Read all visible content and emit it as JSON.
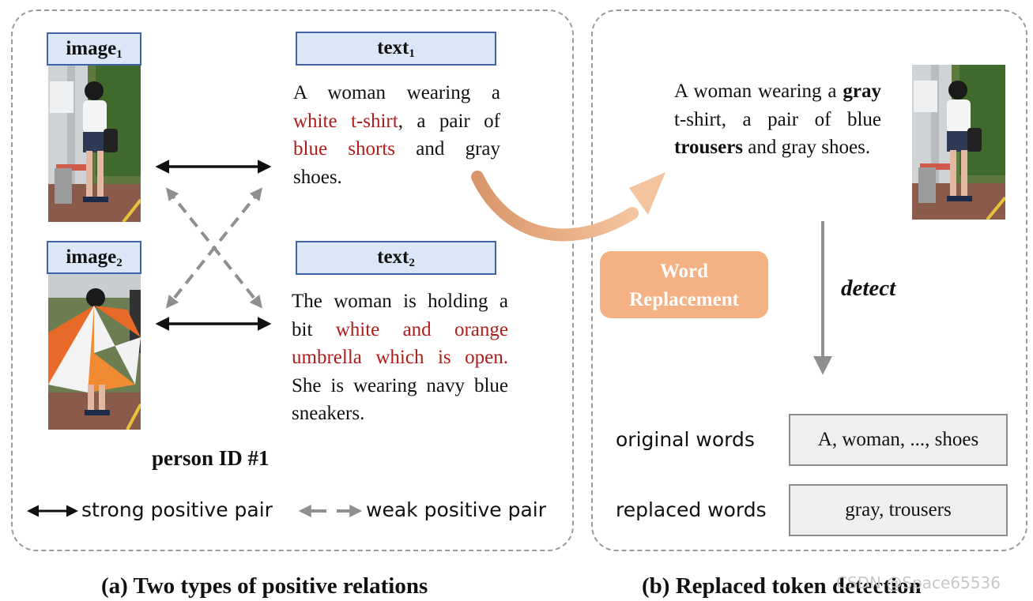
{
  "panel_a": {
    "image1_label": "image",
    "image1_sub": "1",
    "image2_label": "image",
    "image2_sub": "2",
    "text1_label": "text",
    "text1_sub": "1",
    "text2_label": "text",
    "text2_sub": "2",
    "text1": {
      "w1": "A woman wearing a",
      "r1": "white t-shirt",
      "w2": ", a pair of",
      "r2": "blue shorts",
      "w3": " and gray shoes."
    },
    "text2": {
      "w1": "The woman is holding a bit ",
      "r1": "white and orange umbrella which is open.",
      "w2": " She is wearing navy blue sneakers."
    },
    "person_id": "person ID #1",
    "legend_strong": "strong positive pair",
    "legend_weak": "weak positive pair",
    "caption": "(a) Two types of positive relations"
  },
  "panel_b": {
    "sentence": {
      "w1": "A woman wearing a ",
      "b1": "gray",
      "w2": " t-shirt, a pair of blue ",
      "b2": "trousers",
      "w3": " and gray shoes."
    },
    "word_replacement_line1": "Word",
    "word_replacement_line2": "Replacement",
    "detect": "detect",
    "original_words_label": "original words",
    "original_words": "A, woman, ..., shoes",
    "replaced_words_label": "replaced words",
    "replaced_words": "gray, trousers",
    "caption": "(b) Replaced token detection"
  },
  "watermark": "CSDN @Space65536",
  "colors": {
    "label_fill": "#dbe7f6",
    "label_border": "#3f63a6",
    "highlight_red": "#b01c1c",
    "replacement_orange": "#f4b183",
    "weak_arrow_gray": "#8f8f8f"
  }
}
